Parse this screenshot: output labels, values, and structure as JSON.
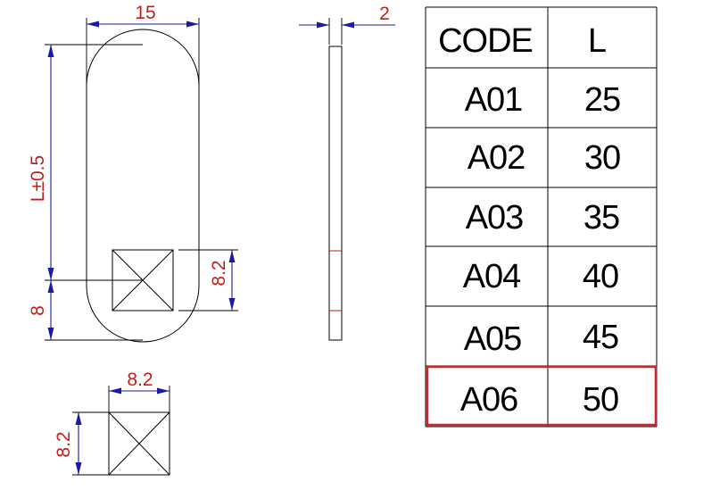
{
  "front_view": {
    "width_dim": "15",
    "length_dim": "L±0.5",
    "hole_offset_dim": "8",
    "hole_size_dim": "8.2"
  },
  "side_view": {
    "thickness_dim": "2"
  },
  "detail_view": {
    "width_dim": "8.2",
    "height_dim": "8.2"
  },
  "table": {
    "headers": [
      "CODE",
      "L"
    ],
    "rows": [
      [
        "A01",
        "25"
      ],
      [
        "A02",
        "30"
      ],
      [
        "A03",
        "35"
      ],
      [
        "A04",
        "40"
      ],
      [
        "A05",
        "45"
      ],
      [
        "A06",
        "50"
      ]
    ],
    "highlighted_code": "A06",
    "highlight_color": "#d0262b"
  },
  "colors": {
    "dimension_line": "#1a1aa6",
    "dimension_text": "#c21e1e",
    "outline": "#000000"
  }
}
